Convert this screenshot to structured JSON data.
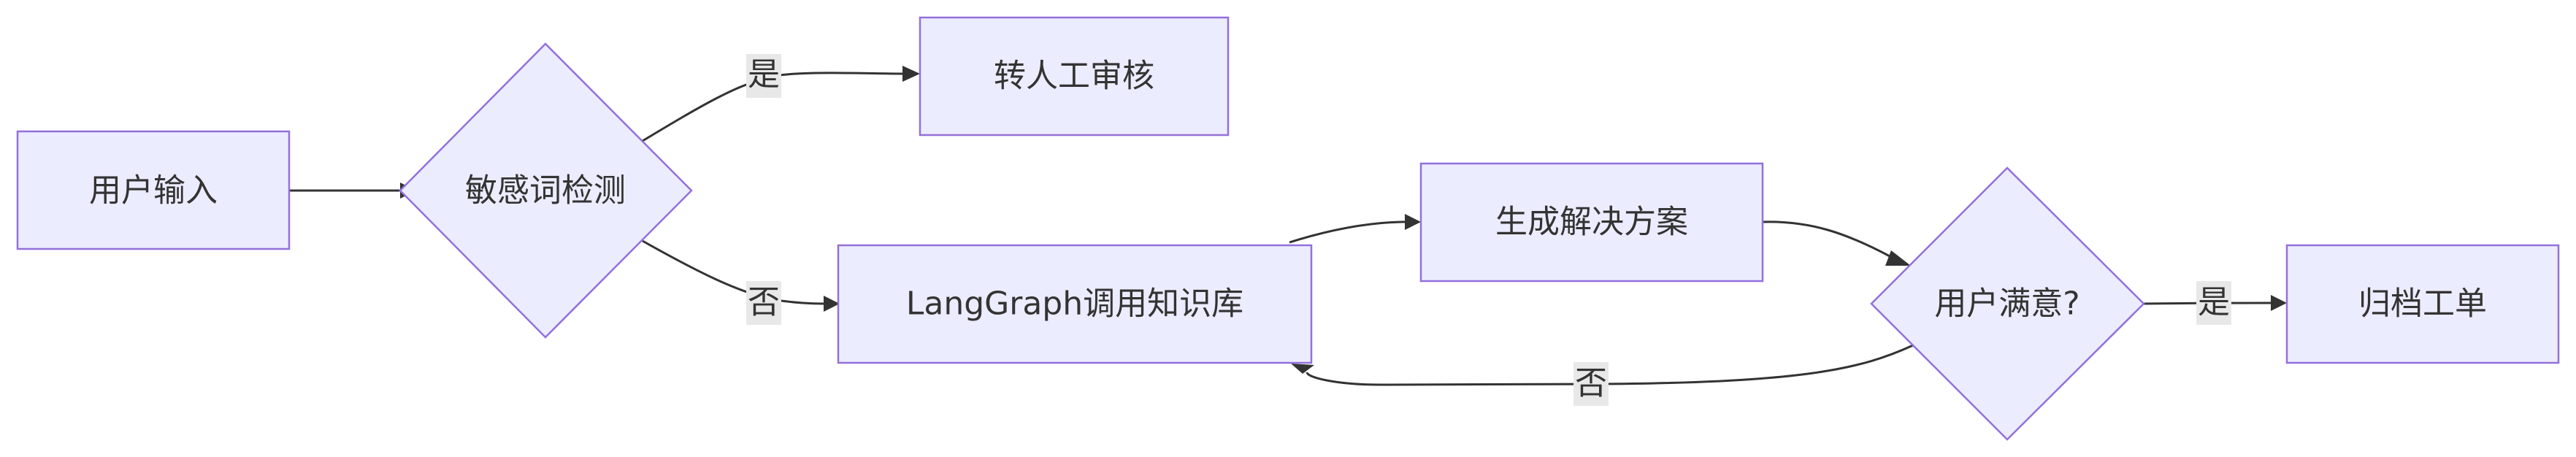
{
  "nodes": {
    "user_input": "用户输入",
    "sensitive_check": "敏感词检测",
    "manual_review": "转人工审核",
    "langgraph_kb": "LangGraph调用知识库",
    "generate_solution": "生成解决方案",
    "user_satisfied": "用户满意?",
    "archive_ticket": "归档工单"
  },
  "edges": {
    "sensitive_yes": "是",
    "sensitive_no": "否",
    "satisfied_yes": "是",
    "satisfied_no": "否"
  },
  "colors": {
    "node_fill": "#ececff",
    "node_stroke": "#9370db",
    "edge": "#333333",
    "label_bg": "#e8e8e8"
  }
}
